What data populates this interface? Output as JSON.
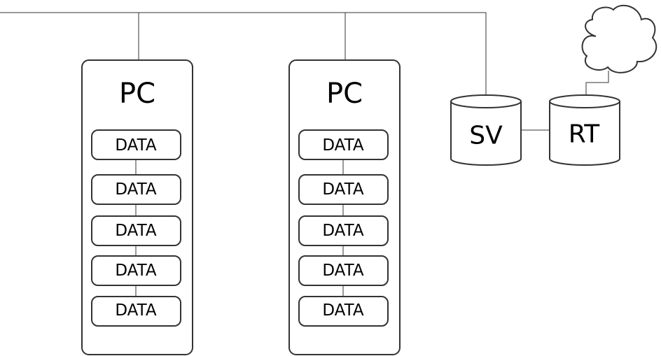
{
  "computers": [
    {
      "label": "PC",
      "items": [
        "DATA",
        "DATA",
        "DATA",
        "DATA",
        "DATA"
      ]
    },
    {
      "label": "PC",
      "items": [
        "DATA",
        "DATA",
        "DATA",
        "DATA",
        "DATA"
      ]
    }
  ],
  "server": {
    "label": "SV"
  },
  "router": {
    "label": "RT"
  },
  "cloud": {
    "icon": "cloud-icon"
  },
  "colors": {
    "stroke": "#333333",
    "fill": "#ffffff",
    "text": "#000000"
  }
}
